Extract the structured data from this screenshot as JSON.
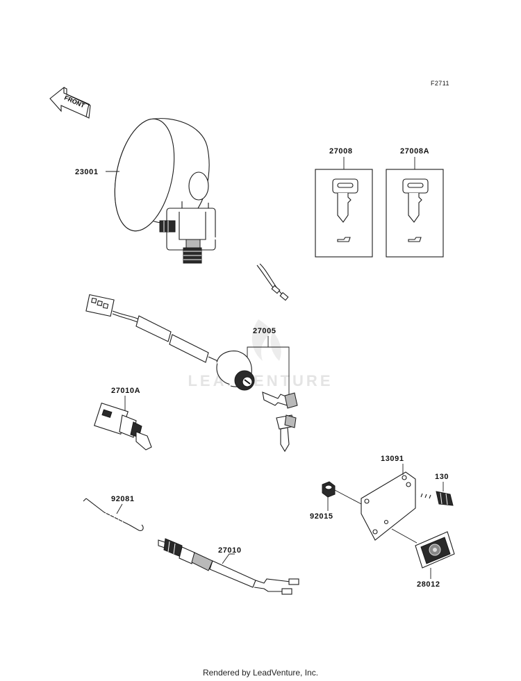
{
  "figure_code": "F2711",
  "front_arrow_label": "FRONT",
  "watermark": "LEADVENTURE",
  "footer": "Rendered by LeadVenture, Inc.",
  "parts": [
    {
      "id": "headlight",
      "number": "23001"
    },
    {
      "id": "key-blank-1",
      "number": "27008"
    },
    {
      "id": "key-blank-2",
      "number": "27008A"
    },
    {
      "id": "ignition-switch",
      "number": "27005"
    },
    {
      "id": "switch-27010a",
      "number": "27010A"
    },
    {
      "id": "bracket",
      "number": "13091"
    },
    {
      "id": "bolt",
      "number": "130"
    },
    {
      "id": "spring",
      "number": "92081"
    },
    {
      "id": "nut",
      "number": "92015"
    },
    {
      "id": "brake-switch",
      "number": "27010"
    },
    {
      "id": "decal",
      "number": "28012"
    }
  ]
}
